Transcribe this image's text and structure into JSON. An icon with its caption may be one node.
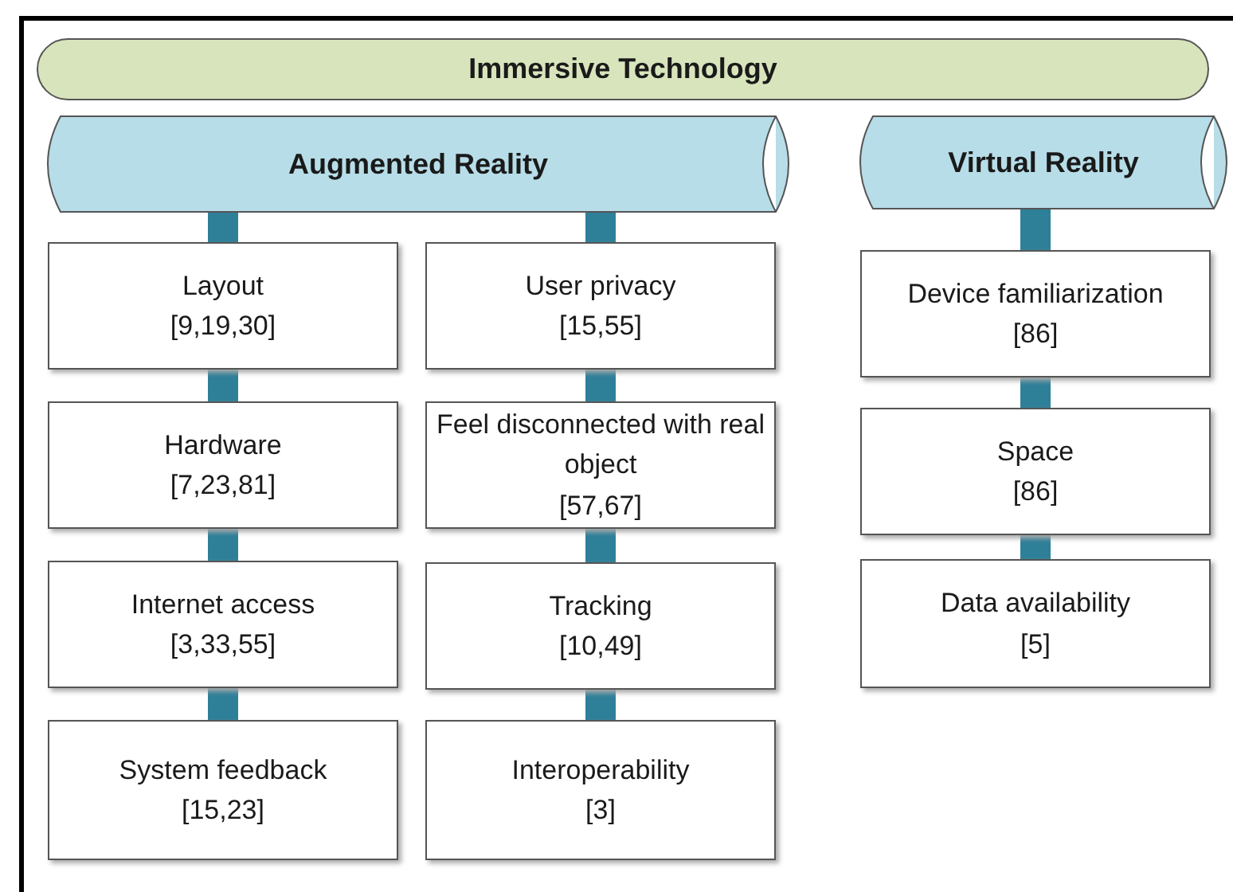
{
  "diagram": {
    "nodes": [
      {
        "text": [
          "Immersive Technology"
        ]
      },
      {
        "text": [
          "Augmented Reality"
        ]
      },
      {
        "text": [
          "Virtual Reality"
        ]
      },
      {
        "text": [
          "Layout",
          "[9,19,30]"
        ]
      },
      {
        "text": [
          "Hardware",
          "[7,23,81]"
        ]
      },
      {
        "text": [
          "Internet access",
          "[3,33,55]"
        ]
      },
      {
        "text": [
          "System feedback",
          "[15,23]"
        ]
      },
      {
        "text": [
          "User privacy",
          "[15,55]"
        ]
      },
      {
        "text": [
          "Feel disconnected with real object",
          "[57,67]"
        ]
      },
      {
        "text": [
          "Tracking",
          "[10,49]"
        ]
      },
      {
        "text": [
          "Interoperability",
          "[3]"
        ]
      },
      {
        "text": [
          "Device familiarization",
          "[86]"
        ]
      },
      {
        "text": [
          "Space",
          "[86]"
        ]
      },
      {
        "text": [
          "Data availability",
          "[5]"
        ]
      }
    ],
    "edges": [
      {
        "from": 1,
        "to": 3,
        "arrow": "none"
      },
      {
        "from": 3,
        "to": 4,
        "arrow": "none"
      },
      {
        "from": 4,
        "to": 5,
        "arrow": "none"
      },
      {
        "from": 5,
        "to": 6,
        "arrow": "none"
      },
      {
        "from": 1,
        "to": 7,
        "arrow": "none"
      },
      {
        "from": 7,
        "to": 8,
        "arrow": "none"
      },
      {
        "from": 8,
        "to": 9,
        "arrow": "none"
      },
      {
        "from": 9,
        "to": 10,
        "arrow": "none"
      },
      {
        "from": 2,
        "to": 11,
        "arrow": "none"
      },
      {
        "from": 11,
        "to": 12,
        "arrow": "none"
      },
      {
        "from": 12,
        "to": 13,
        "arrow": "none"
      }
    ]
  }
}
